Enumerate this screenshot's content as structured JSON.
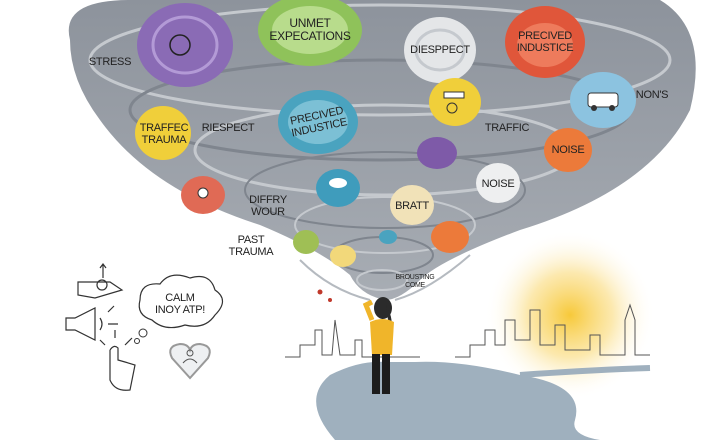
{
  "labels": {
    "stress": "STRESS",
    "unmet": [
      "UNMET",
      "EXPECATIONS"
    ],
    "diespect": "DIESPPECT",
    "precived_top": [
      "PRECIVED",
      "INDUSTICE"
    ],
    "nons": "NON'S",
    "traffec_trauma": [
      "TRAFFEC",
      "TRAUMA"
    ],
    "riespect": "RIESPECT",
    "precived_mid": [
      "PRECIVED",
      "INDUSTICE"
    ],
    "traffic": "TRAFFIC",
    "noise_orange": "NOISE",
    "noise_white": "NOISE",
    "diffry_wour": [
      "DIFFRY",
      "WOUR"
    ],
    "bratt": "BRATT",
    "past_trauma": [
      "PAST",
      "TRAUMA"
    ],
    "brousting_come": [
      "BROUSTING",
      "COME"
    ]
  },
  "thought_bubble": [
    "CALM",
    "INOY ATP!"
  ],
  "colors": {
    "tornado": "#9aa0a8",
    "purple": "#8a6bb5",
    "green": "#8fc25a",
    "red": "#e0563a",
    "blue": "#8cc3e0",
    "yellow": "#f0cf3a",
    "teal": "#4aa3bf",
    "orange": "#ec7a3a",
    "woman_shirt": "#f0b52a",
    "road": "#9fb0be",
    "sun": "#f7d35a"
  }
}
